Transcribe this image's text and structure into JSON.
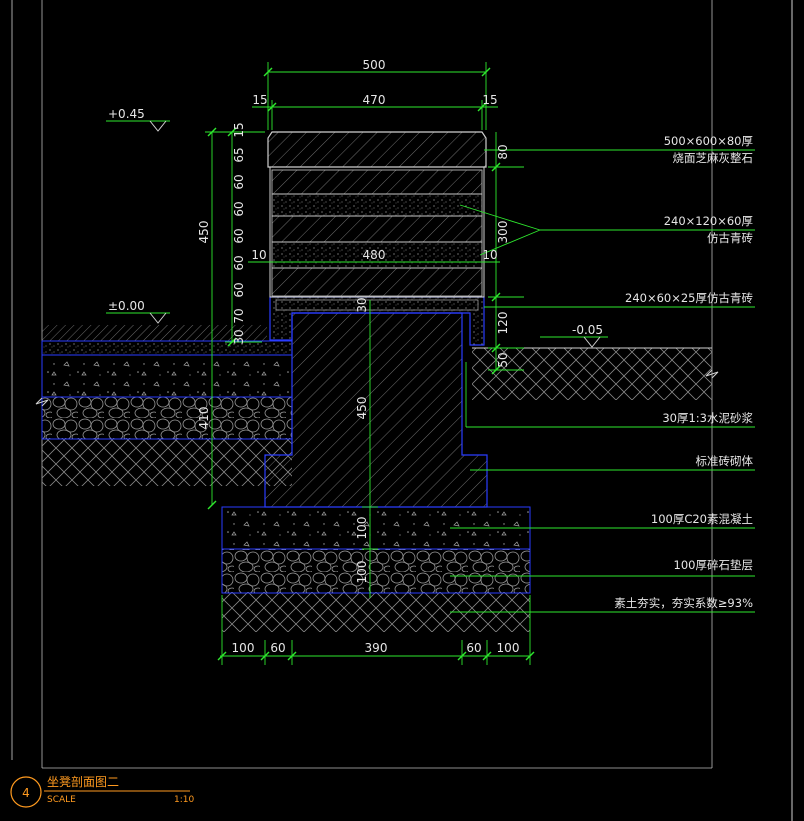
{
  "drawing": {
    "title": "坐凳剖面图二",
    "scale_label": "SCALE",
    "scale_value": "1:10",
    "detail_number": "4"
  },
  "elevations": {
    "top": "+0.45",
    "ground": "±0.00",
    "low": "-0.05"
  },
  "top_dims": {
    "overall": "500",
    "left_edge": "15",
    "inner": "470",
    "right_edge": "15",
    "course_width": "480",
    "course_left": "10",
    "course_right": "10"
  },
  "left_dims": {
    "total": "450",
    "layers": [
      "15",
      "65",
      "60",
      "60",
      "60",
      "60",
      "60",
      "70",
      "30"
    ]
  },
  "right_dims": {
    "cap": "80",
    "courses": "300",
    "lower": "120",
    "base": "50"
  },
  "center_dims": {
    "a": "30",
    "core": "450",
    "conc": "100",
    "gravel": "100",
    "left_wall": "410"
  },
  "bottom_dims": [
    "100",
    "60",
    "390",
    "60",
    "100"
  ],
  "callouts": [
    {
      "line1": "500×600×80厚",
      "line2": "烧面芝麻灰整石"
    },
    {
      "line1": "240×120×60厚",
      "line2": "仿古青砖"
    },
    {
      "line1": "240×60×25厚仿古青砖",
      "line2": ""
    },
    {
      "line1": "30厚1:3水泥砂浆",
      "line2": ""
    },
    {
      "line1": "标准砖砌体",
      "line2": ""
    },
    {
      "line1": "100厚C20素混凝土",
      "line2": ""
    },
    {
      "line1": "100厚碎石垫层",
      "line2": ""
    },
    {
      "line1": "素土夯实，夯实系数≥93%",
      "line2": ""
    }
  ]
}
